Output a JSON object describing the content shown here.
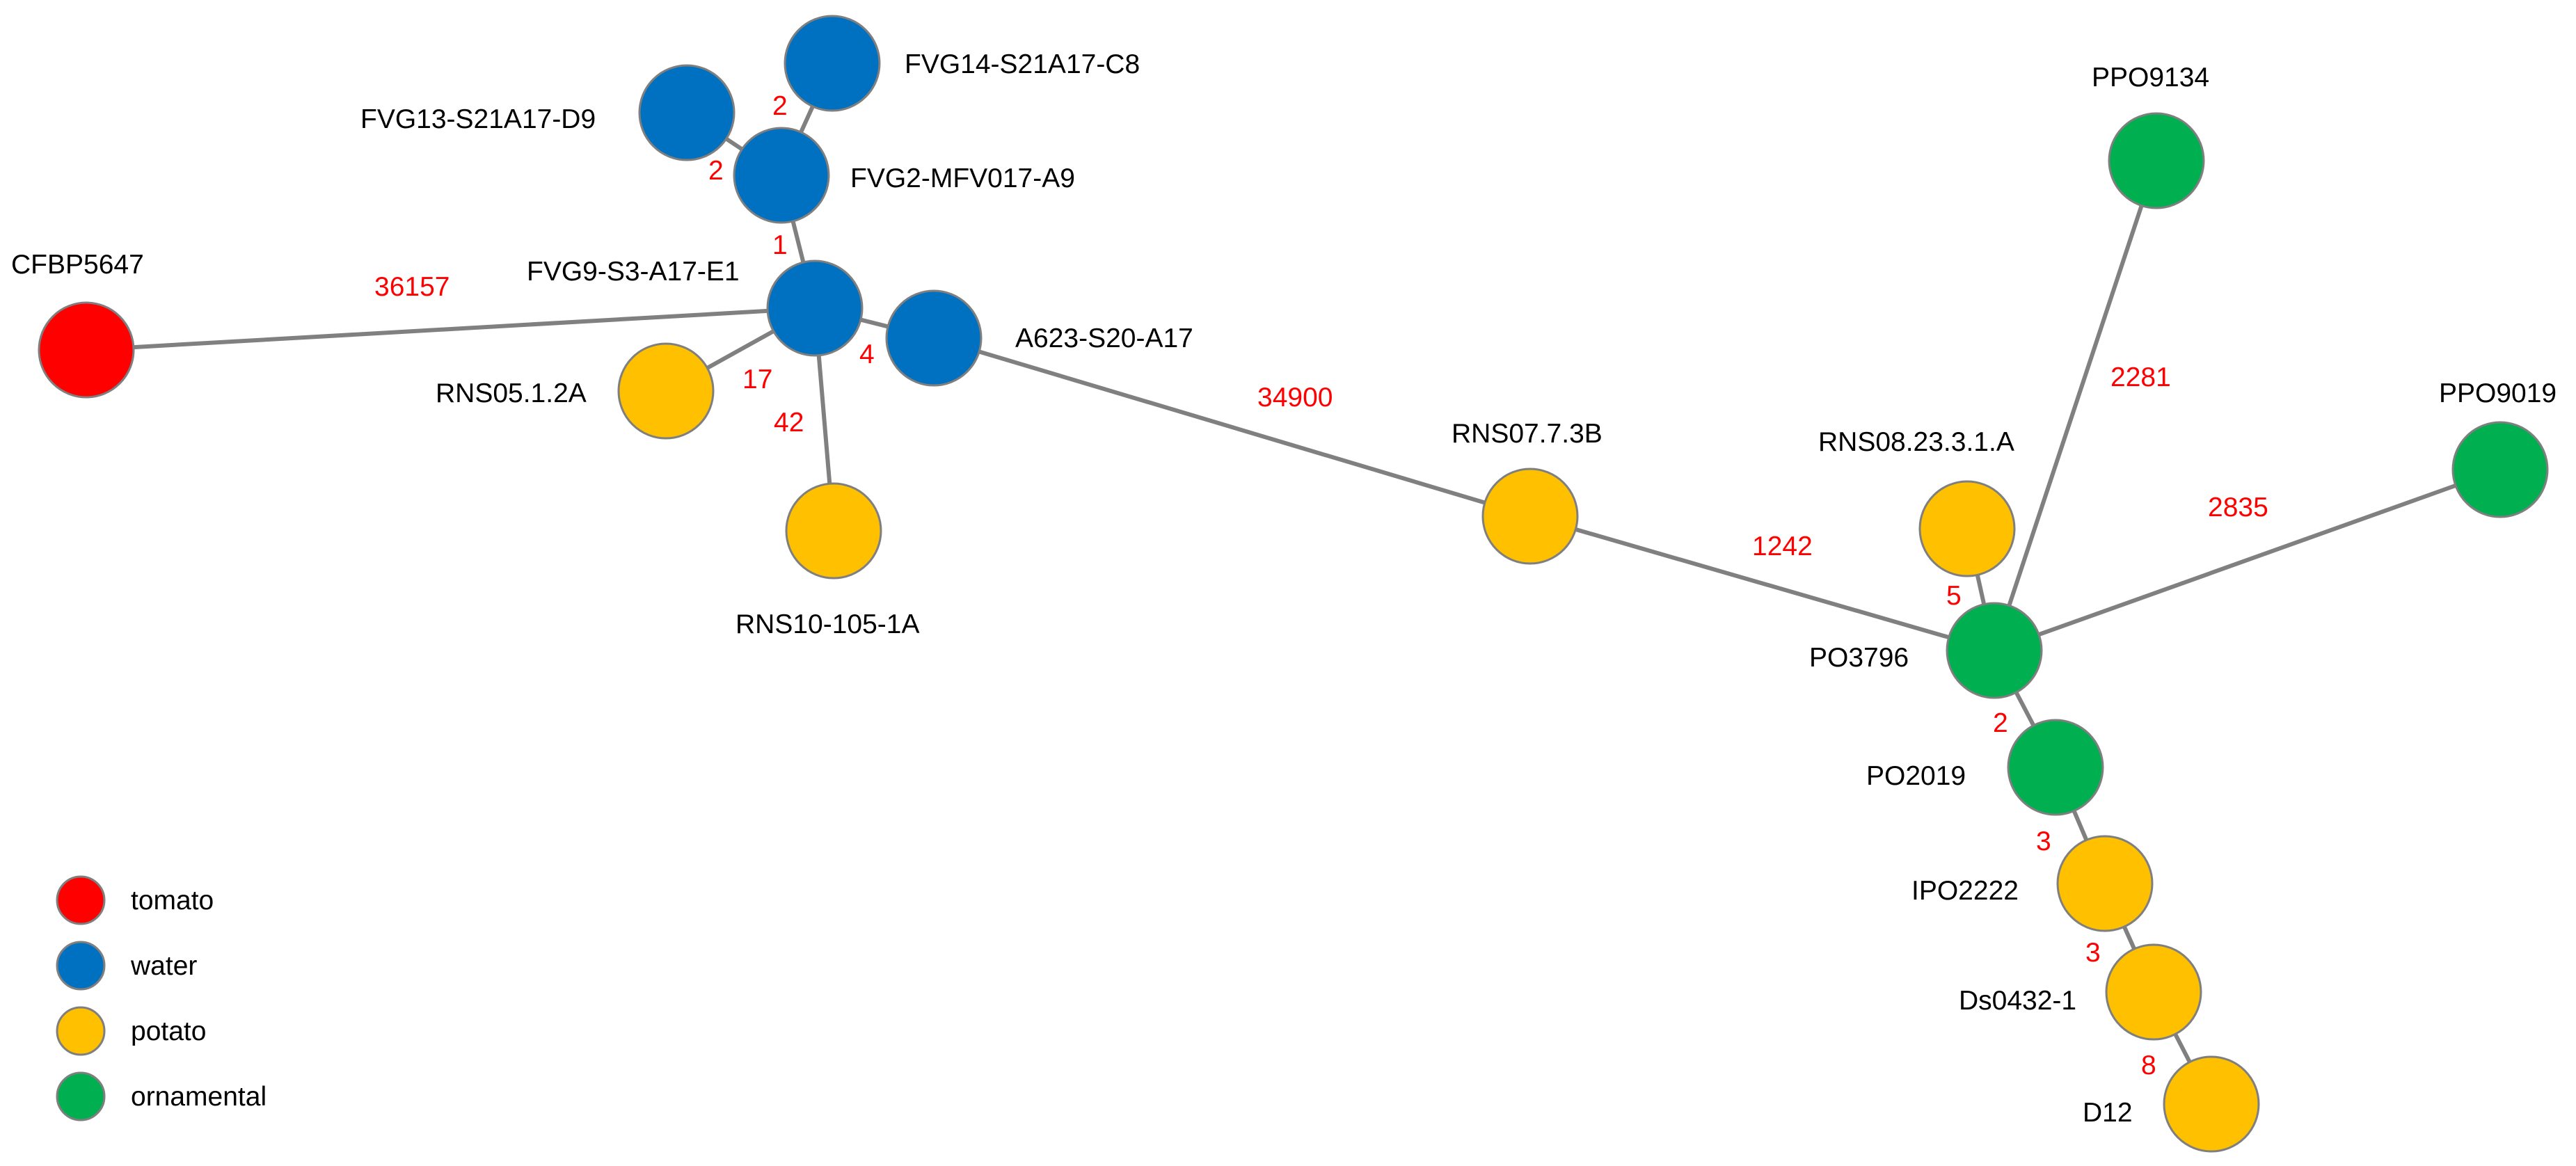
{
  "colors": {
    "tomato": "#ff0000",
    "water": "#0070c0",
    "potato": "#ffc000",
    "ornamental": "#00b050",
    "edge": "#808080",
    "edge_label": "#ff0000",
    "node_border": "#7f7f7f"
  },
  "legend": [
    {
      "category": "tomato",
      "label": "tomato"
    },
    {
      "category": "water",
      "label": "water"
    },
    {
      "category": "potato",
      "label": "potato"
    },
    {
      "category": "ornamental",
      "label": "ornamental"
    }
  ],
  "nodes": [
    {
      "id": "CFBP5647",
      "label": "CFBP5647",
      "category": "tomato"
    },
    {
      "id": "FVG9-S3-A17-E1",
      "label": "FVG9-S3-A17-E1",
      "category": "water"
    },
    {
      "id": "FVG2-MFV017-A9",
      "label": "FVG2-MFV017-A9",
      "category": "water"
    },
    {
      "id": "FVG13-S21A17-D9",
      "label": "FVG13-S21A17-D9",
      "category": "water"
    },
    {
      "id": "FVG14-S21A17-C8",
      "label": "FVG14-S21A17-C8",
      "category": "water"
    },
    {
      "id": "A623-S20-A17",
      "label": "A623-S20-A17",
      "category": "water"
    },
    {
      "id": "RNS05.1.2A",
      "label": "RNS05.1.2A",
      "category": "potato"
    },
    {
      "id": "RNS10-105-1A",
      "label": "RNS10-105-1A",
      "category": "potato"
    },
    {
      "id": "RNS07.7.3B",
      "label": "RNS07.7.3B",
      "category": "potato"
    },
    {
      "id": "RNS08.23.3.1.A",
      "label": "RNS08.23.3.1.A",
      "category": "potato"
    },
    {
      "id": "PO3796",
      "label": "PO3796",
      "category": "ornamental"
    },
    {
      "id": "PPO9134",
      "label": "PPO9134",
      "category": "ornamental"
    },
    {
      "id": "PPO9019",
      "label": "PPO9019",
      "category": "ornamental"
    },
    {
      "id": "PO2019",
      "label": "PO2019",
      "category": "ornamental"
    },
    {
      "id": "IPO2222",
      "label": "IPO2222",
      "category": "potato"
    },
    {
      "id": "Ds0432-1",
      "label": "Ds0432-1",
      "category": "potato"
    },
    {
      "id": "D12",
      "label": "D12",
      "category": "potato"
    }
  ],
  "edges": [
    {
      "source": "CFBP5647",
      "target": "FVG9-S3-A17-E1",
      "weight": "36157"
    },
    {
      "source": "FVG9-S3-A17-E1",
      "target": "FVG2-MFV017-A9",
      "weight": "1"
    },
    {
      "source": "FVG2-MFV017-A9",
      "target": "FVG13-S21A17-D9",
      "weight": "2"
    },
    {
      "source": "FVG2-MFV017-A9",
      "target": "FVG14-S21A17-C8",
      "weight": "2"
    },
    {
      "source": "FVG9-S3-A17-E1",
      "target": "A623-S20-A17",
      "weight": "4"
    },
    {
      "source": "FVG9-S3-A17-E1",
      "target": "RNS05.1.2A",
      "weight": "17"
    },
    {
      "source": "FVG9-S3-A17-E1",
      "target": "RNS10-105-1A",
      "weight": "42"
    },
    {
      "source": "A623-S20-A17",
      "target": "RNS07.7.3B",
      "weight": "34900"
    },
    {
      "source": "RNS07.7.3B",
      "target": "PO3796",
      "weight": "1242"
    },
    {
      "source": "PO3796",
      "target": "RNS08.23.3.1.A",
      "weight": "5"
    },
    {
      "source": "PO3796",
      "target": "PPO9134",
      "weight": "2281"
    },
    {
      "source": "PO3796",
      "target": "PPO9019",
      "weight": "2835"
    },
    {
      "source": "PO3796",
      "target": "PO2019",
      "weight": "2"
    },
    {
      "source": "PO2019",
      "target": "IPO2222",
      "weight": "3"
    },
    {
      "source": "IPO2222",
      "target": "Ds0432-1",
      "weight": "3"
    },
    {
      "source": "Ds0432-1",
      "target": "D12",
      "weight": "8"
    }
  ]
}
